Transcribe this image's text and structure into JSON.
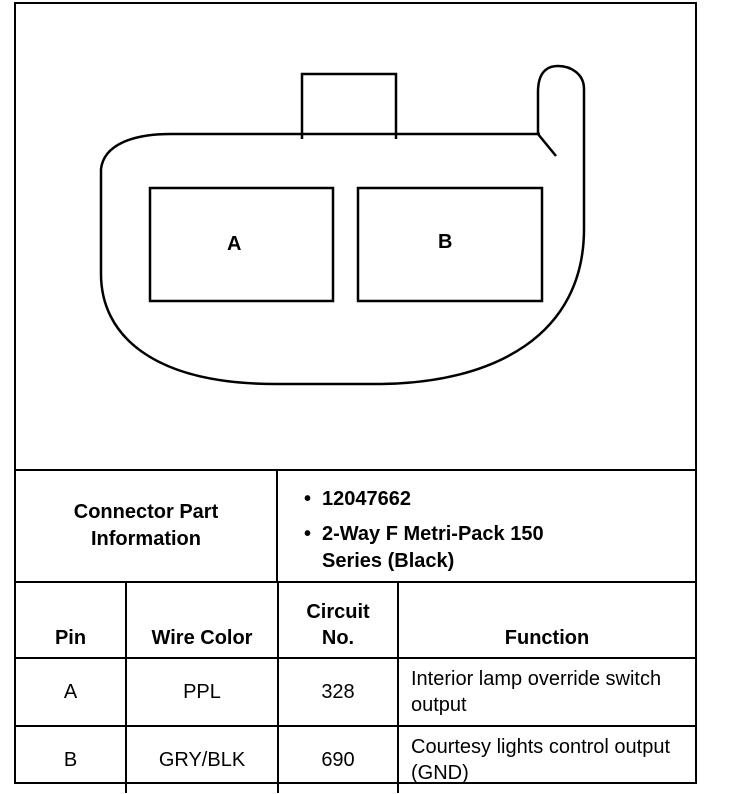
{
  "connector": {
    "cavities": [
      "A",
      "B"
    ]
  },
  "part_info": {
    "label": "Connector Part Information",
    "items": [
      "12047662",
      "2-Way F Metri-Pack 150 Series (Black)"
    ]
  },
  "table": {
    "headers": {
      "pin": "Pin",
      "wire_color": "Wire Color",
      "circuit": "Circuit No.",
      "function": "Function"
    },
    "rows": [
      {
        "pin": "A",
        "wire_color": "PPL",
        "circuit": "328",
        "function": "Interior lamp override switch output"
      },
      {
        "pin": "B",
        "wire_color": "GRY/BLK",
        "circuit": "690",
        "function": "Courtesy lights control output (GND)"
      }
    ]
  }
}
